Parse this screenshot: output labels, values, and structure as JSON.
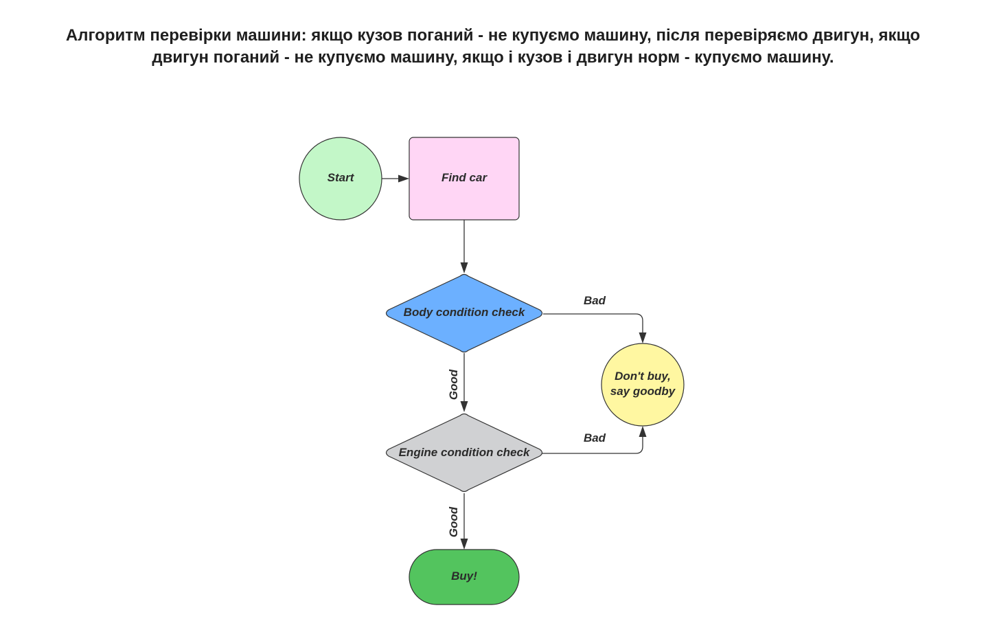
{
  "title": {
    "line1": "Алгоритм перевірки машини: якщо кузов поганий - не купуємо машину, після перевіряємо двигун, якщо",
    "line2": "двигун поганий - не купуємо машину, якщо і кузов і двигун норм - купуємо машину."
  },
  "nodes": {
    "start": {
      "label": "Start",
      "shape": "circle",
      "color": "#c3f7c8"
    },
    "find_car": {
      "label": "Find car",
      "shape": "rectangle",
      "color": "#ffd6f5"
    },
    "body_check": {
      "label": "Body condition check",
      "shape": "diamond",
      "color": "#6cb0ff"
    },
    "engine_check": {
      "label": "Engine condition check",
      "shape": "diamond",
      "color": "#d0d1d3"
    },
    "dont_buy": {
      "line1": "Don't buy,",
      "line2": "say goodby",
      "shape": "circle",
      "color": "#fff7a1"
    },
    "buy": {
      "label": "Buy!",
      "shape": "stadium",
      "color": "#53c45e"
    }
  },
  "edges": [
    {
      "from": "start",
      "to": "find_car",
      "label": ""
    },
    {
      "from": "find_car",
      "to": "body_check",
      "label": ""
    },
    {
      "from": "body_check",
      "to": "dont_buy",
      "label": "Bad"
    },
    {
      "from": "body_check",
      "to": "engine_check",
      "label": "Good"
    },
    {
      "from": "engine_check",
      "to": "dont_buy",
      "label": "Bad"
    },
    {
      "from": "engine_check",
      "to": "buy",
      "label": "Good"
    }
  ]
}
